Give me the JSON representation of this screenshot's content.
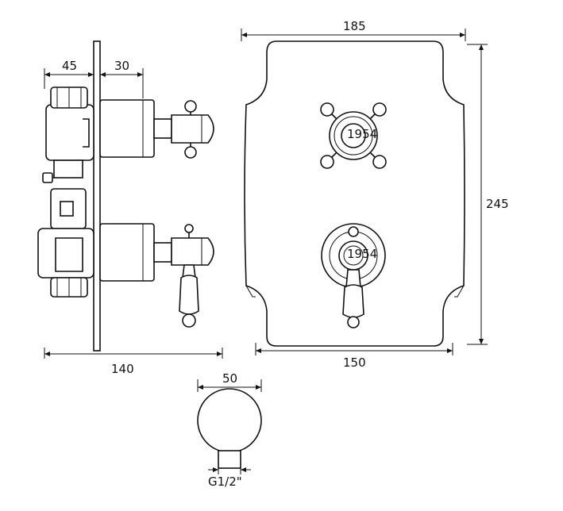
{
  "dimensions": {
    "side_depth_back": "45",
    "side_depth_front": "30",
    "side_overall": "140",
    "plate_top_width": "185",
    "plate_height": "245",
    "plate_bottom_width": "150",
    "outlet_diameter": "50",
    "outlet_thread": "G1/2\""
  },
  "handle_badges": {
    "upper": "1954",
    "lower": "1954"
  },
  "colors": {
    "line": "#111111",
    "background": "#ffffff"
  }
}
